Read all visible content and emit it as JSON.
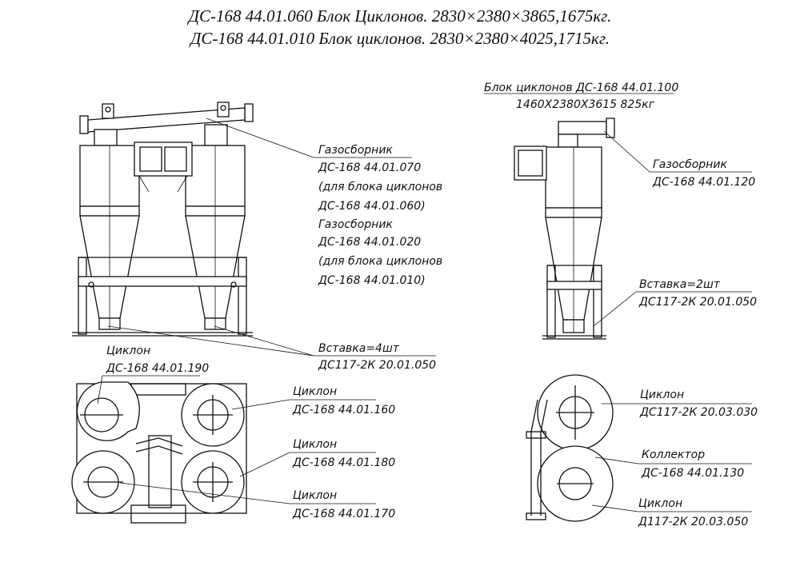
{
  "header": {
    "line1": "ДС-168 44.01.060 Блок Циклонов. 2830×2380×3865,1675кг.",
    "line2": "ДС-168 44.01.010 Блок циклонов. 2830×2380×4025,1715кг."
  },
  "left_labels": {
    "gas_a_title": "Газосборник",
    "gas_a_code": "ДС-168 44.01.070",
    "gas_a_note1": "(для блока циклонов",
    "gas_a_note2": "ДС-168 44.01.060)",
    "gas_b_title": "Газосборник",
    "gas_b_code": "ДС-168 44.01.020",
    "gas_b_note1": "(для блока циклонов",
    "gas_b_note2": "ДС-168 44.01.010)",
    "insert_title": "Вставка=4шт",
    "insert_code": "ДС117-2К 20.01.050",
    "cyc1_title": "Циклон",
    "cyc1_code": "ДС-168 44.01.190",
    "cyc2_title": "Циклон",
    "cyc2_code": "ДС-168 44.01.160",
    "cyc3_title": "Циклон",
    "cyc3_code": "ДС-168 44.01.180",
    "cyc4_title": "Циклон",
    "cyc4_code": "ДС-168 44.01.170"
  },
  "right_labels": {
    "block_title": "Блок циклонов ДС-168 44.01.100",
    "block_dims": "1460Х2380Х3615 825кг",
    "gas_title": "Газосборник",
    "gas_code": "ДС-168 44.01.120",
    "insert_title": "Вставка=2шт",
    "insert_code": "ДС117-2К 20.01.050",
    "cyc_a_title": "Циклон",
    "cyc_a_code": "ДС117-2К 20.03.030",
    "coll_title": "Коллектор",
    "coll_code": "ДС-168 44.01.130",
    "cyc_b_title": "Циклон",
    "cyc_b_code": "Д117-2К 20.03.050"
  }
}
